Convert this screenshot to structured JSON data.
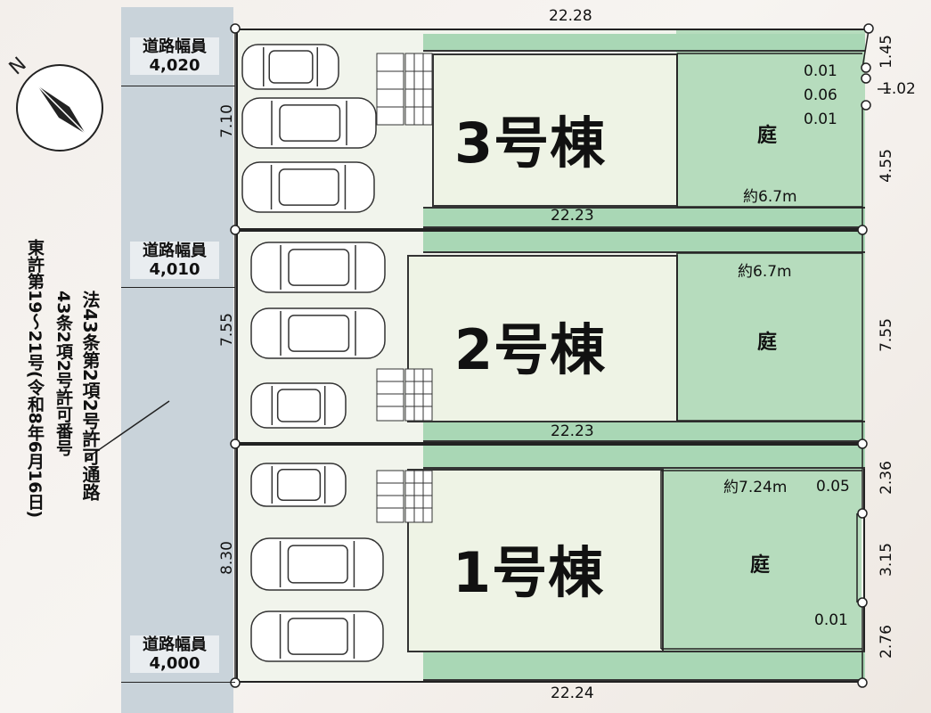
{
  "site_plan": {
    "compass": {
      "north_label": "N"
    },
    "road": {
      "label": "道路幅員",
      "width_top": "4,020",
      "width_mid": "4,010",
      "width_bottom": "4,000",
      "regulation_col1": "法43条第2項2号許可通路",
      "regulation_col2": "43条2項2号許可番号",
      "regulation_col3": "東許第19〜21号(令和8年6月16日)"
    },
    "lots": [
      {
        "name": "3号棟",
        "garden": "庭",
        "top_width": "22.28",
        "bottom_width": "22.23",
        "front_depth": "7.10",
        "garden_length": "約6.7m",
        "right_dims": [
          "1.45",
          "1.02",
          "4.55"
        ],
        "offsets": [
          "0.01",
          "0.06",
          "0.01"
        ],
        "cars": 3
      },
      {
        "name": "2号棟",
        "garden": "庭",
        "bottom_width": "22.23",
        "front_depth": "7.55",
        "garden_length": "約6.7m",
        "right_dims": [
          "7.55"
        ],
        "cars": 3
      },
      {
        "name": "1号棟",
        "garden": "庭",
        "bottom_width": "22.24",
        "front_depth": "8.30",
        "garden_length": "約7.24m",
        "right_dims": [
          "2.36",
          "3.15",
          "2.76"
        ],
        "offsets": [
          "0.05",
          "0.01"
        ],
        "cars": 3
      }
    ]
  }
}
